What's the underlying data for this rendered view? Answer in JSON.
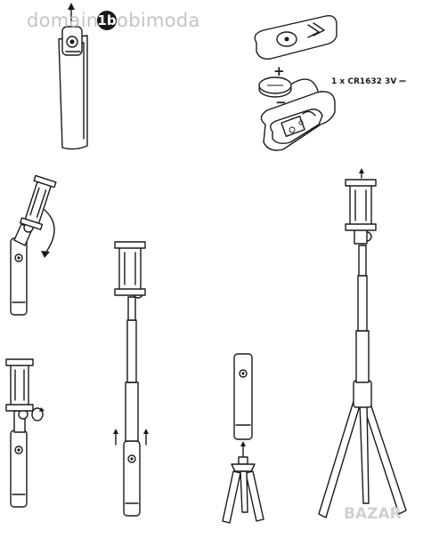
{
  "watermark": {
    "top_text": "domain.bobimoda",
    "bottom_text": "BAZAR"
  },
  "step_one": {
    "badge": "1b"
  },
  "battery": {
    "spec": "1 x CR1632 3V ⎓",
    "plus": "+",
    "minus": "−"
  },
  "colors": {
    "ink": "#1a1a1a",
    "watermark": "#c4c4c4"
  },
  "icons": {
    "arrow": "arrow-icon",
    "rotate": "rotate-arrow-icon",
    "shutter": "shutter-button-icon"
  }
}
